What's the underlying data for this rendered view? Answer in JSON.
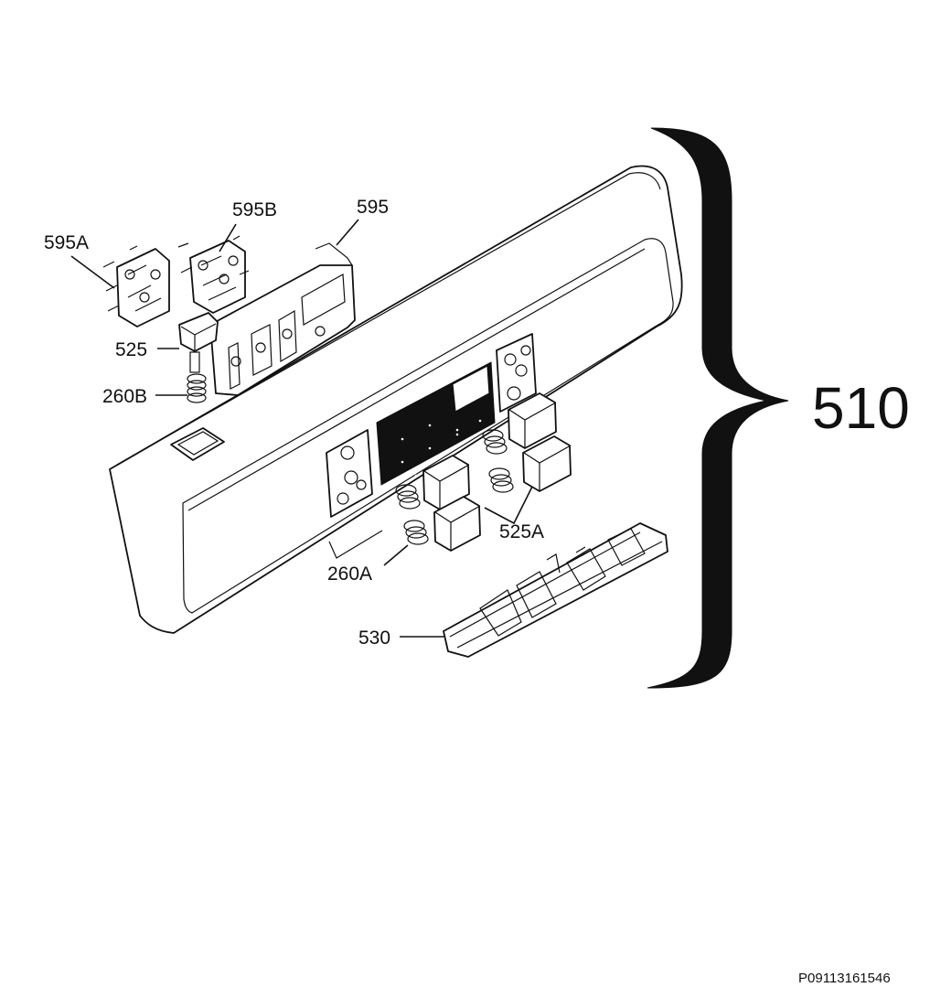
{
  "diagram": {
    "assembly_label": "510",
    "drawing_code": "P09113161546",
    "callouts": {
      "c595A": "595A",
      "c595B": "595B",
      "c595": "595",
      "c525": "525",
      "c260B": "260B",
      "c525A": "525A",
      "c260A": "260A",
      "c530": "530"
    }
  }
}
